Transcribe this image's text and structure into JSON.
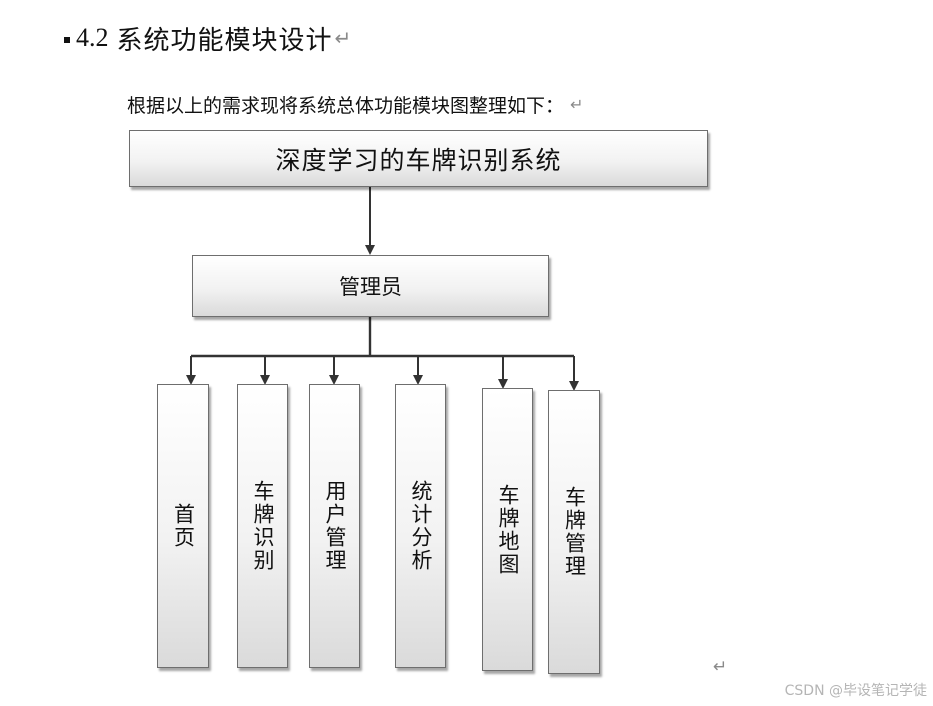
{
  "section": {
    "number": "4.2",
    "title": "系统功能模块设计",
    "return_mark": "↵"
  },
  "intro": {
    "text": "根据以上的需求现将系统总体功能模块图整理如下：",
    "return_mark": "↵"
  },
  "diagram": {
    "root": "深度学习的车牌识别系统",
    "role": "管理员",
    "modules": [
      {
        "label": "首页"
      },
      {
        "label": "车牌识别"
      },
      {
        "label": "用户管理"
      },
      {
        "label": "统计分析"
      },
      {
        "label": "车牌地图"
      },
      {
        "label": "车牌管理"
      }
    ]
  },
  "end_mark": "↵",
  "watermark": "CSDN @毕设笔记学徒"
}
